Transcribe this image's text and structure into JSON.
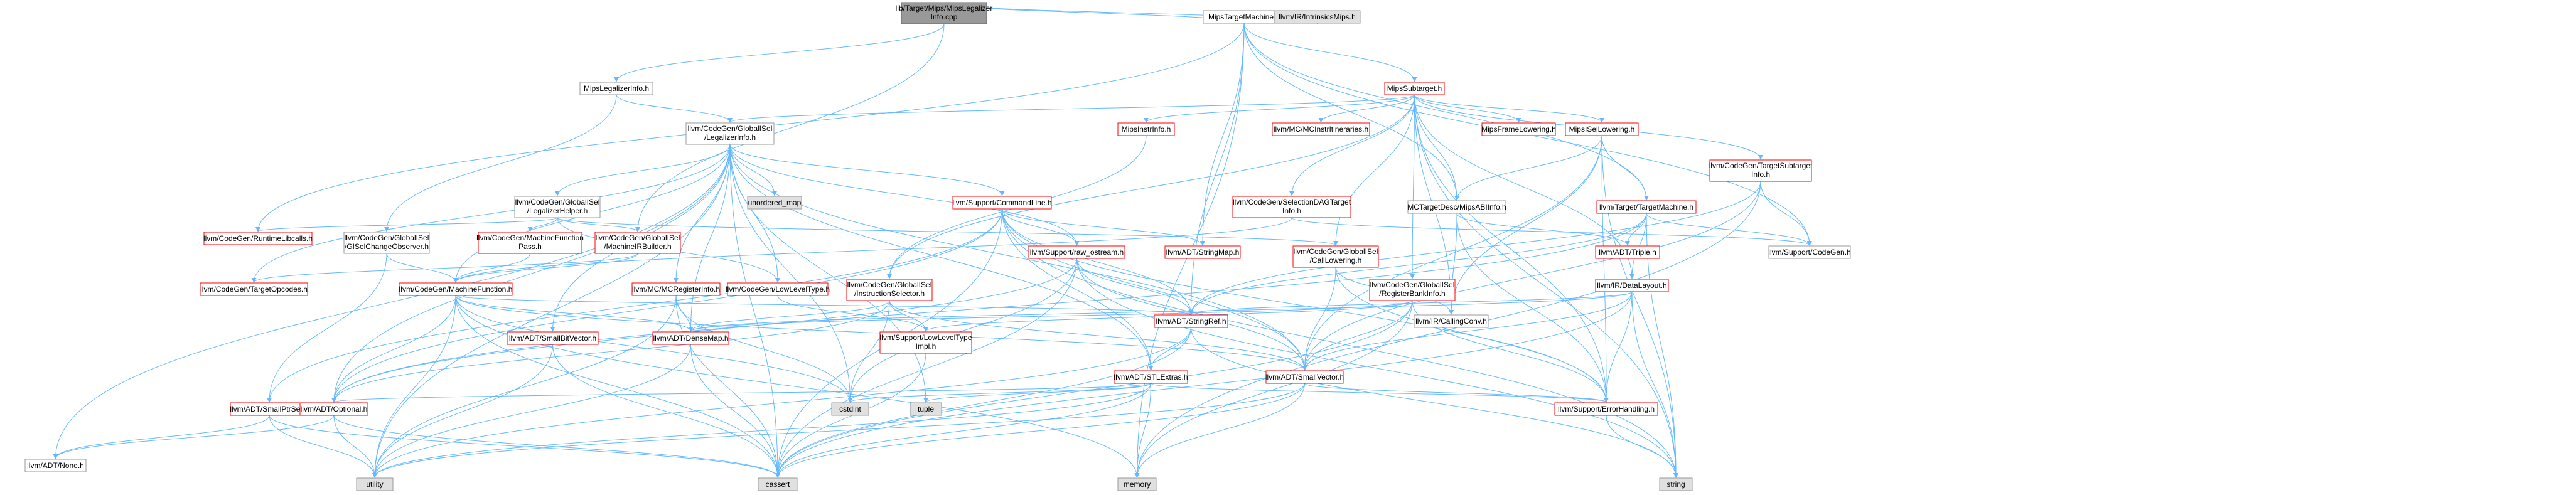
{
  "graph": {
    "colors": {
      "root_fill": "#999999",
      "root_stroke": "#666666",
      "node_fill": "#ffffff",
      "node_stroke": "#999999",
      "unexpanded_stroke": "#ff0000",
      "system_fill": "#e0e0e0",
      "system_stroke": "#999999",
      "edge": "#63b8ff",
      "edge_dark": "#404040"
    },
    "nodes": [
      {
        "id": "root",
        "lines": [
          "lib/Target/Mips/MipsLegalizer",
          "Info.cpp"
        ],
        "kind": "root"
      },
      {
        "id": "mipstm",
        "lines": [
          "MipsTargetMachine.h"
        ],
        "kind": "normal"
      },
      {
        "id": "intrmips",
        "lines": [
          "llvm/IR/IntrinsicsMips.h"
        ],
        "kind": "system"
      },
      {
        "id": "mipslegal",
        "lines": [
          "MipsLegalizerInfo.h"
        ],
        "kind": "normal"
      },
      {
        "id": "mipssubtarget",
        "lines": [
          "MipsSubtarget.h"
        ],
        "kind": "unexpanded"
      },
      {
        "id": "gisellegal",
        "lines": [
          "llvm/CodeGen/GlobalISel",
          "/LegalizerInfo.h"
        ],
        "kind": "normal"
      },
      {
        "id": "mipsinstrinfo",
        "lines": [
          "MipsInstrInfo.h"
        ],
        "kind": "unexpanded"
      },
      {
        "id": "mcitin",
        "lines": [
          "llvm/MC/MCInstrItineraries.h"
        ],
        "kind": "unexpanded"
      },
      {
        "id": "mipsframe",
        "lines": [
          "MipsFrameLowering.h"
        ],
        "kind": "unexpanded"
      },
      {
        "id": "mipsisel",
        "lines": [
          "MipsISelLowering.h"
        ],
        "kind": "unexpanded"
      },
      {
        "id": "cgtargetsub",
        "lines": [
          "llvm/CodeGen/TargetSubtarget",
          "Info.h"
        ],
        "kind": "unexpanded"
      },
      {
        "id": "unordered",
        "lines": [
          "unordered_map"
        ],
        "kind": "system"
      },
      {
        "id": "gisellhelper",
        "lines": [
          "llvm/CodeGen/GlobalISel",
          "/LegalizerHelper.h"
        ],
        "kind": "normal"
      },
      {
        "id": "cmdline",
        "lines": [
          "llvm/Support/CommandLine.h"
        ],
        "kind": "unexpanded"
      },
      {
        "id": "seldag",
        "lines": [
          "llvm/CodeGen/SelectionDAGTarget",
          "Info.h"
        ],
        "kind": "unexpanded"
      },
      {
        "id": "mcdesc",
        "lines": [
          "MCTargetDesc/MipsABIInfo.h"
        ],
        "kind": "normal"
      },
      {
        "id": "targetmachine",
        "lines": [
          "llvm/Target/TargetMachine.h"
        ],
        "kind": "unexpanded"
      },
      {
        "id": "runtimelibcalls",
        "lines": [
          "llvm/CodeGen/RuntimeLibcalls.h"
        ],
        "kind": "unexpanded"
      },
      {
        "id": "giselchange",
        "lines": [
          "llvm/CodeGen/GlobalISel",
          "/GISelChangeObserver.h"
        ],
        "kind": "normal"
      },
      {
        "id": "cgmfpass",
        "lines": [
          "llvm/CodeGen/MachineFunction",
          "Pass.h"
        ],
        "kind": "unexpanded"
      },
      {
        "id": "giselmirb",
        "lines": [
          "llvm/CodeGen/GlobalISel",
          "/MachineIRBuilder.h"
        ],
        "kind": "unexpanded"
      },
      {
        "id": "rawostream",
        "lines": [
          "llvm/Support/raw_ostream.h"
        ],
        "kind": "unexpanded"
      },
      {
        "id": "stringmap",
        "lines": [
          "llvm/ADT/StringMap.h"
        ],
        "kind": "unexpanded"
      },
      {
        "id": "giselcalllow",
        "lines": [
          "llvm/CodeGen/GlobalISel",
          "/CallLowering.h"
        ],
        "kind": "unexpanded"
      },
      {
        "id": "triple",
        "lines": [
          "llvm/ADT/Triple.h"
        ],
        "kind": "unexpanded"
      },
      {
        "id": "datalayout",
        "lines": [
          "llvm/IR/DataLayout.h"
        ],
        "kind": "unexpanded"
      },
      {
        "id": "supportcodegen",
        "lines": [
          "llvm/Support/CodeGen.h"
        ],
        "kind": "normal"
      },
      {
        "id": "targetopcodes",
        "lines": [
          "llvm/CodeGen/TargetOpcodes.h"
        ],
        "kind": "unexpanded"
      },
      {
        "id": "machinefunction",
        "lines": [
          "llvm/CodeGen/MachineFunction.h"
        ],
        "kind": "unexpanded"
      },
      {
        "id": "lowleveltype",
        "lines": [
          "llvm/CodeGen/LowLevelType.h"
        ],
        "kind": "unexpanded"
      },
      {
        "id": "mcreginfo",
        "lines": [
          "llvm/MC/MCRegisterInfo.h"
        ],
        "kind": "unexpanded"
      },
      {
        "id": "giselinstsel",
        "lines": [
          "llvm/CodeGen/GlobalISel",
          "/InstructionSelector.h"
        ],
        "kind": "unexpanded"
      },
      {
        "id": "stringref",
        "lines": [
          "llvm/ADT/StringRef.h"
        ],
        "kind": "unexpanded"
      },
      {
        "id": "callingconv",
        "lines": [
          "llvm/IR/CallingConv.h"
        ],
        "kind": "normal"
      },
      {
        "id": "giselregbank",
        "lines": [
          "llvm/CodeGen/GlobalISel",
          "/RegisterBankInfo.h"
        ],
        "kind": "unexpanded"
      },
      {
        "id": "smallbitvector",
        "lines": [
          "llvm/ADT/SmallBitVector.h"
        ],
        "kind": "unexpanded"
      },
      {
        "id": "densemap",
        "lines": [
          "llvm/ADT/DenseMap.h"
        ],
        "kind": "unexpanded"
      },
      {
        "id": "lowlevelimpl",
        "lines": [
          "llvm/Support/LowLevelType",
          "Impl.h"
        ],
        "kind": "unexpanded"
      },
      {
        "id": "stlextras",
        "lines": [
          "llvm/ADT/STLExtras.h"
        ],
        "kind": "unexpanded"
      },
      {
        "id": "smallvector",
        "lines": [
          "llvm/ADT/SmallVector.h"
        ],
        "kind": "unexpanded"
      },
      {
        "id": "smallptrset",
        "lines": [
          "llvm/ADT/SmallPtrSet.h"
        ],
        "kind": "unexpanded"
      },
      {
        "id": "optional",
        "lines": [
          "llvm/ADT/Optional.h"
        ],
        "kind": "unexpanded"
      },
      {
        "id": "cstdint",
        "lines": [
          "cstdint"
        ],
        "kind": "system"
      },
      {
        "id": "tuple",
        "lines": [
          "tuple"
        ],
        "kind": "system"
      },
      {
        "id": "errorhandling",
        "lines": [
          "llvm/Support/ErrorHandling.h"
        ],
        "kind": "unexpanded"
      },
      {
        "id": "none",
        "lines": [
          "llvm/ADT/None.h"
        ],
        "kind": "normal"
      },
      {
        "id": "utility",
        "lines": [
          "utility"
        ],
        "kind": "system"
      },
      {
        "id": "cassert",
        "lines": [
          "cassert"
        ],
        "kind": "system"
      },
      {
        "id": "memory",
        "lines": [
          "memory"
        ],
        "kind": "system"
      },
      {
        "id": "string",
        "lines": [
          "string"
        ],
        "kind": "system"
      }
    ],
    "edges": [
      [
        "root",
        "mipstm"
      ],
      [
        "root",
        "intrmips"
      ],
      [
        "root",
        "mipslegal"
      ],
      [
        "root",
        "giselmirb"
      ],
      [
        "mipstm",
        "mipssubtarget"
      ],
      [
        "mipstm",
        "mcdesc"
      ],
      [
        "mipstm",
        "targetmachine"
      ],
      [
        "mipstm",
        "supportcodegen"
      ],
      [
        "mipstm",
        "stringmap"
      ],
      [
        "mipstm",
        "stringref"
      ],
      [
        "mipstm",
        "memory"
      ],
      [
        "mipstm",
        "runtimelibcalls"
      ],
      [
        "mipslegal",
        "gisellegal"
      ],
      [
        "mipslegal",
        "giselchange"
      ],
      [
        "mipssubtarget",
        "gisellegal"
      ],
      [
        "mipssubtarget",
        "mipsinstrinfo"
      ],
      [
        "mipssubtarget",
        "mcitin"
      ],
      [
        "mipssubtarget",
        "mipsframe"
      ],
      [
        "mipssubtarget",
        "mipsisel"
      ],
      [
        "mipssubtarget",
        "cgtargetsub"
      ],
      [
        "mipssubtarget",
        "seldag"
      ],
      [
        "mipssubtarget",
        "mcdesc"
      ],
      [
        "mipssubtarget",
        "datalayout"
      ],
      [
        "mipssubtarget",
        "giselcalllow"
      ],
      [
        "mipssubtarget",
        "giselregbank"
      ],
      [
        "mipssubtarget",
        "errorhandling"
      ],
      [
        "mipssubtarget",
        "string"
      ],
      [
        "mipssubtarget",
        "giselinstsel"
      ],
      [
        "mipssubtarget",
        "callingconv"
      ],
      [
        "mipsinstrinfo",
        "giselinstsel"
      ],
      [
        "mipsisel",
        "mcdesc"
      ],
      [
        "mipsisel",
        "targetmachine"
      ],
      [
        "mipsisel",
        "callingconv"
      ],
      [
        "mipsisel",
        "string"
      ],
      [
        "mipsisel",
        "errorhandling"
      ],
      [
        "mipsisel",
        "smallvector"
      ],
      [
        "cgtargetsub",
        "supportcodegen"
      ],
      [
        "cgtargetsub",
        "smallvector"
      ],
      [
        "cgtargetsub",
        "memory"
      ],
      [
        "cgtargetsub",
        "stringref"
      ],
      [
        "gisellegal",
        "unordered"
      ],
      [
        "gisellegal",
        "gisellhelper"
      ],
      [
        "gisellegal",
        "cmdline"
      ],
      [
        "gisellegal",
        "rawostream"
      ],
      [
        "gisellegal",
        "machinefunction"
      ],
      [
        "gisellegal",
        "targetopcodes"
      ],
      [
        "gisellegal",
        "lowleveltype"
      ],
      [
        "gisellegal",
        "smallbitvector"
      ],
      [
        "gisellegal",
        "densemap"
      ],
      [
        "gisellegal",
        "stlextras"
      ],
      [
        "gisellegal",
        "smallvector"
      ],
      [
        "gisellegal",
        "optional"
      ],
      [
        "gisellegal",
        "none"
      ],
      [
        "gisellegal",
        "cstdint"
      ],
      [
        "gisellegal",
        "tuple"
      ],
      [
        "gisellegal",
        "utility"
      ],
      [
        "gisellegal",
        "cassert"
      ],
      [
        "gisellegal",
        "mcreginfo"
      ],
      [
        "gisellhelper",
        "runtimelibcalls"
      ],
      [
        "gisellhelper",
        "cgmfpass"
      ],
      [
        "gisellhelper",
        "giselmirb"
      ],
      [
        "gisellhelper",
        "lowleveltype"
      ],
      [
        "gisellhelper",
        "giselcalllow"
      ],
      [
        "cmdline",
        "rawostream"
      ],
      [
        "cmdline",
        "stringmap"
      ],
      [
        "cmdline",
        "stringref"
      ],
      [
        "cmdline",
        "stlextras"
      ],
      [
        "cmdline",
        "smallvector"
      ],
      [
        "cmdline",
        "errorhandling"
      ],
      [
        "cmdline",
        "cassert"
      ],
      [
        "cmdline",
        "string"
      ],
      [
        "cmdline",
        "optional"
      ],
      [
        "cmdline",
        "smallptrset"
      ],
      [
        "seldag",
        "supportcodegen"
      ],
      [
        "seldag",
        "machinefunction"
      ],
      [
        "mcdesc",
        "triple"
      ],
      [
        "mcdesc",
        "callingconv"
      ],
      [
        "mcdesc",
        "errorhandling"
      ],
      [
        "targetmachine",
        "supportcodegen"
      ],
      [
        "targetmachine",
        "datalayout"
      ],
      [
        "targetmachine",
        "triple"
      ],
      [
        "targetmachine",
        "stringref"
      ],
      [
        "targetmachine",
        "string"
      ],
      [
        "targetmachine",
        "optional"
      ],
      [
        "giselchange",
        "smallptrset"
      ],
      [
        "giselchange",
        "machinefunction"
      ],
      [
        "cgmfpass",
        "machinefunction"
      ],
      [
        "giselmirb",
        "targetopcodes"
      ],
      [
        "giselmirb",
        "machinefunction"
      ],
      [
        "rawostream",
        "stringref"
      ],
      [
        "rawostream",
        "smallvector"
      ],
      [
        "rawostream",
        "cassert"
      ],
      [
        "rawostream",
        "cstdint"
      ],
      [
        "rawostream",
        "string"
      ],
      [
        "rawostream",
        "optional"
      ],
      [
        "giselcalllow",
        "smallvector"
      ],
      [
        "giselcalllow",
        "callingconv"
      ],
      [
        "giselcalllow",
        "errorhandling"
      ],
      [
        "datalayout",
        "stringref"
      ],
      [
        "datalayout",
        "smallvector"
      ],
      [
        "datalayout",
        "errorhandling"
      ],
      [
        "datalayout",
        "string"
      ],
      [
        "datalayout",
        "cassert"
      ],
      [
        "datalayout",
        "densemap"
      ],
      [
        "machinefunction",
        "densemap"
      ],
      [
        "machinefunction",
        "smallvector"
      ],
      [
        "machinefunction",
        "optional"
      ],
      [
        "machinefunction",
        "utility"
      ],
      [
        "machinefunction",
        "cassert"
      ],
      [
        "machinefunction",
        "memory"
      ],
      [
        "machinefunction",
        "cstdint"
      ],
      [
        "machinefunction",
        "stringref"
      ],
      [
        "lowleveltype",
        "lowlevelimpl"
      ],
      [
        "mcreginfo",
        "densemap"
      ],
      [
        "mcreginfo",
        "cassert"
      ],
      [
        "mcreginfo",
        "utility"
      ],
      [
        "mcreginfo",
        "cstdint"
      ],
      [
        "giselinstsel",
        "lowlevelimpl"
      ],
      [
        "giselinstsel",
        "smallvector"
      ],
      [
        "giselinstsel",
        "cstdint"
      ],
      [
        "giselinstsel",
        "optional"
      ],
      [
        "giselinstsel",
        "densemap"
      ],
      [
        "stringref",
        "stlextras"
      ],
      [
        "stringref",
        "cassert"
      ],
      [
        "stringref",
        "utility"
      ],
      [
        "stringref",
        "string"
      ],
      [
        "giselregbank",
        "densemap"
      ],
      [
        "giselregbank",
        "smallvector"
      ],
      [
        "giselregbank",
        "errorhandling"
      ],
      [
        "giselregbank",
        "cassert"
      ],
      [
        "giselregbank",
        "memory"
      ],
      [
        "giselregbank",
        "lowlevelimpl"
      ],
      [
        "smallbitvector",
        "cassert"
      ],
      [
        "smallbitvector",
        "utility"
      ],
      [
        "densemap",
        "utility"
      ],
      [
        "densemap",
        "cassert"
      ],
      [
        "lowlevelimpl",
        "cassert"
      ],
      [
        "stlextras",
        "optional"
      ],
      [
        "stlextras",
        "tuple"
      ],
      [
        "stlextras",
        "cstdint"
      ],
      [
        "stlextras",
        "memory"
      ],
      [
        "stlextras",
        "cassert"
      ],
      [
        "stlextras",
        "utility"
      ],
      [
        "stlextras",
        "errorhandling"
      ],
      [
        "smallvector",
        "errorhandling"
      ],
      [
        "smallvector",
        "cassert"
      ],
      [
        "smallvector",
        "memory"
      ],
      [
        "smallvector",
        "utility"
      ],
      [
        "smallptrset",
        "utility"
      ],
      [
        "smallptrset",
        "cassert"
      ],
      [
        "smallptrset",
        "none"
      ],
      [
        "optional",
        "utility"
      ],
      [
        "optional",
        "cassert"
      ],
      [
        "optional",
        "none"
      ],
      [
        "errorhandling",
        "string"
      ]
    ]
  }
}
